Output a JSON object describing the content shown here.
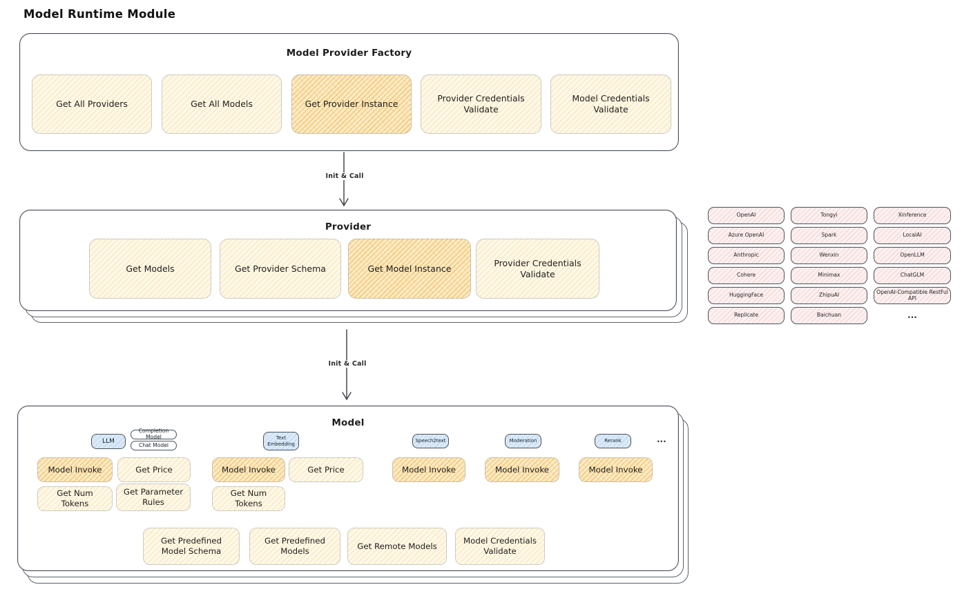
{
  "page_title": "Model Runtime Module",
  "colors": {
    "yellow_fill": "#fdf8e8",
    "orange_highlight_fill": "#f6c96a",
    "pink_fill": "#fdf1f1",
    "blue_tag_fill": "#dceaf8",
    "stroke_dark": "#494f57",
    "stroke_dotted": "#9aa0a6"
  },
  "factory": {
    "title": "Model Provider Factory",
    "items": [
      {
        "label": "Get All Providers"
      },
      {
        "label": "Get All Models"
      },
      {
        "label": "Get Provider Instance"
      },
      {
        "label": "Provider Credentials Validate"
      },
      {
        "label": "Model Credentials Validate"
      }
    ]
  },
  "arrow1": {
    "label": "Init & Call"
  },
  "arrow2": {
    "label": "Init & Call"
  },
  "provider": {
    "title": "Provider",
    "items": [
      {
        "label": "Get Models"
      },
      {
        "label": "Get Provider Schema"
      },
      {
        "label": "Get Model Instance"
      },
      {
        "label": "Provider Credentials Validate"
      }
    ]
  },
  "providers_list": {
    "items": [
      {
        "label": "OpenAI"
      },
      {
        "label": "Tongyi"
      },
      {
        "label": "Xinference"
      },
      {
        "label": "Azure OpenAI"
      },
      {
        "label": "Spark"
      },
      {
        "label": "LocalAI"
      },
      {
        "label": "Anthropic"
      },
      {
        "label": "Wenxin"
      },
      {
        "label": "OpenLLM"
      },
      {
        "label": "Cohere"
      },
      {
        "label": "Minimax"
      },
      {
        "label": "ChatGLM"
      },
      {
        "label": "HuggingFace"
      },
      {
        "label": "ZhipuAI"
      },
      {
        "label": "OpenAI-Compatible RestFul API"
      },
      {
        "label": "Replicate"
      },
      {
        "label": "Baichuan"
      },
      {
        "label": "..."
      }
    ]
  },
  "model": {
    "title": "Model",
    "tags": [
      {
        "label": "LLM"
      },
      {
        "label": "Completion Model"
      },
      {
        "label": "Chat Model"
      },
      {
        "label": "Text Embedding"
      },
      {
        "label": "Speech2text"
      },
      {
        "label": "Moderation"
      },
      {
        "label": "Rerank"
      }
    ],
    "ellipsis": "...",
    "functions": {
      "model_invoke": "Model Invoke",
      "get_price": "Get Price",
      "get_num_tokens": "Get Num Tokens",
      "get_parameter_rules": "Get Parameter Rules"
    },
    "bottom": [
      {
        "label": "Get Predefined Model Schema"
      },
      {
        "label": "Get Predefined Models"
      },
      {
        "label": "Get Remote Models"
      },
      {
        "label": "Model Credentials Validate"
      }
    ]
  }
}
